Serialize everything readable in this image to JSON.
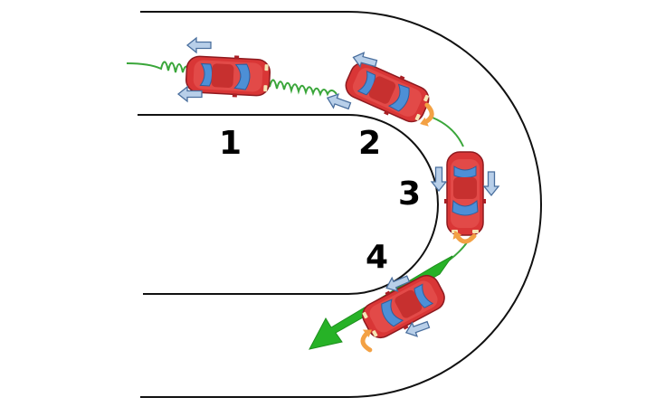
{
  "diagram": {
    "step_labels": [
      "1",
      "2",
      "3",
      "4"
    ],
    "colors": {
      "track_line": "#111111",
      "car_body": "#d93636",
      "car_body_dark": "#a81f24",
      "car_glass": "#4d8fd6",
      "trajectory": "#3aa63a",
      "big_arrow": "#27b227",
      "direction_arrow": "#b8cfe9",
      "direction_arrow_stroke": "#4a6f9e",
      "rotation_arrow": "#f3a144"
    },
    "icons": [
      "car-icon",
      "direction-arrow-icon",
      "rotation-arrow-icon",
      "trajectory-arrow-icon"
    ]
  }
}
